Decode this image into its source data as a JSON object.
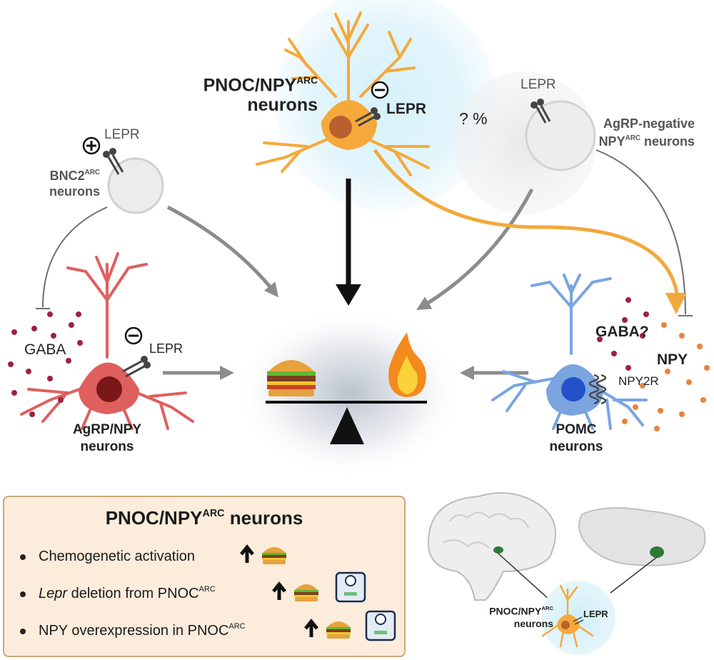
{
  "top_neuron": {
    "name_line1": "PNOC/NPY",
    "name_sup": "ARC",
    "name_line2": "neurons",
    "receptor": "LEPR",
    "sign": "−"
  },
  "agrp_negative": {
    "percent": "? %",
    "receptor": "LEPR",
    "name_line1": "AgRP-negative",
    "name_line2_prefix": "NPY",
    "name_line2_sup": "ARC",
    "name_line2_suffix": " neurons"
  },
  "bnc2": {
    "sign": "+",
    "receptor": "LEPR",
    "name_prefix": "BNC2",
    "name_sup": "ARC",
    "name_line2": "neurons"
  },
  "agrp": {
    "transmitter": "GABA",
    "sign": "−",
    "receptor": "LEPR",
    "name_line1": "AgRP/NPY",
    "name_line2": "neurons"
  },
  "pomc": {
    "transmitter_question": "GABA?",
    "peptide": "NPY",
    "receptor": "NPY2R",
    "name_line1": "POMC",
    "name_line2": "neurons"
  },
  "summary_box": {
    "title_prefix": "PNOC/NPY",
    "title_sup": "ARC",
    "title_suffix": " neurons",
    "items": [
      {
        "text": "Chemogenetic activation",
        "icons": [
          "up-arrow-icon",
          "burger-icon"
        ]
      },
      {
        "text_italic": "Lepr",
        "text_rest": " deletion from PNOC",
        "text_sup": "ARC",
        "icons": [
          "up-arrow-icon",
          "burger-icon",
          "scale-icon"
        ]
      },
      {
        "text_rest": "NPY overexpression in PNOC",
        "text_sup": "ARC",
        "icons": [
          "up-arrow-icon",
          "burger-icon",
          "scale-icon"
        ]
      }
    ]
  },
  "inset": {
    "name_line1_prefix": "PNOC/NPY",
    "name_line1_sup": "ARC",
    "name_line2": "neurons",
    "receptor": "LEPR"
  },
  "colors": {
    "pnoc": "#f5a93b",
    "agrp": "#de5b5b",
    "pomc": "#7aa5e0",
    "glow": "#cdeef8",
    "grey_cell": "#e8e8e8",
    "arrow_grey": "#8c8c8c",
    "arrow_black": "#111111",
    "box_bg": "#fbecdc"
  }
}
